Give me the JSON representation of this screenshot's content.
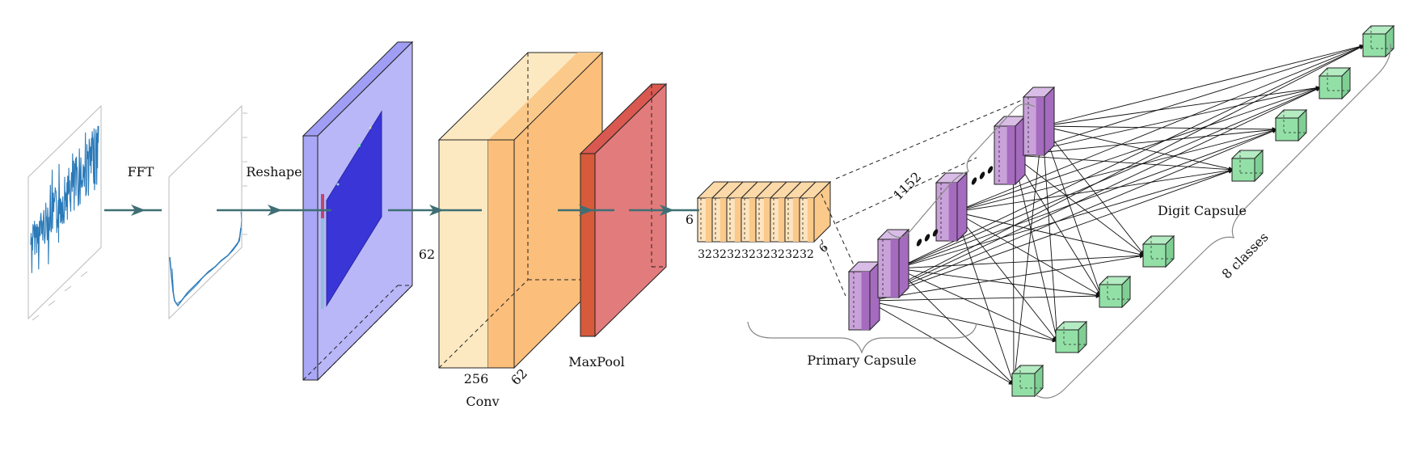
{
  "labels": {
    "fft": "FFT",
    "reshape": "Reshape",
    "height": "62",
    "conv_depth": "256",
    "conv_width": "62",
    "conv": "Conv",
    "maxpool": "MaxPool",
    "caps_height": "6",
    "caps_width": "6",
    "caps_depth": "32",
    "caps_count": "1152",
    "primary_capsule": "Primary Capsule",
    "digit_capsule": "Digit Capsule",
    "classes": "8 classes"
  },
  "colors": {
    "arrow": "#3f6f74",
    "signal": "#2a7ab9",
    "input_panel": "#b9b7f7",
    "heatmap": "#3a35d6",
    "conv_light": "#fde9c1",
    "conv_dark": "#fbbe7b",
    "pool": "#e27b7c",
    "pool_front": "#d75a3a",
    "caps_orange": "#fbc98a",
    "primary_caps": "#c9a2da",
    "primary_caps_dark": "#a56bbf",
    "digit_caps": "#93e0a7"
  }
}
